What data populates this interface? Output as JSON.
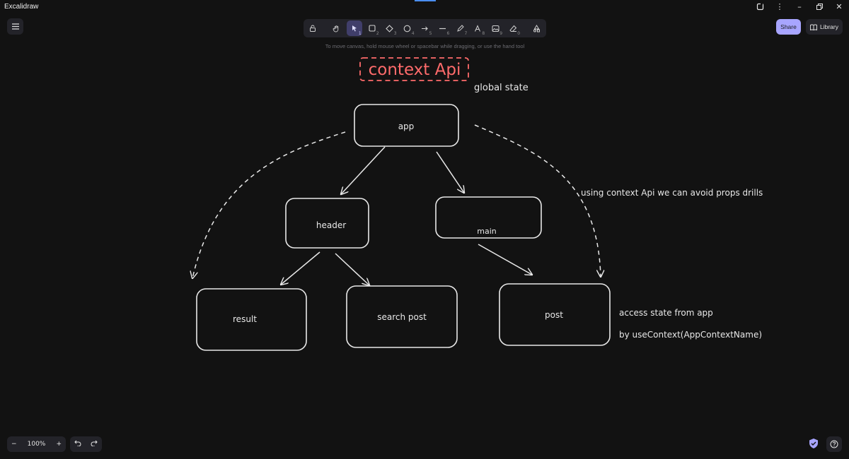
{
  "window": {
    "title": "Excalidraw"
  },
  "toolbar": {
    "tools": [
      {
        "name": "lock",
        "key": ""
      },
      {
        "name": "hand",
        "key": ""
      },
      {
        "name": "selection",
        "key": "1"
      },
      {
        "name": "rectangle",
        "key": "2"
      },
      {
        "name": "diamond",
        "key": "3"
      },
      {
        "name": "ellipse",
        "key": "4"
      },
      {
        "name": "arrow",
        "key": "5"
      },
      {
        "name": "line",
        "key": "6"
      },
      {
        "name": "draw",
        "key": "7"
      },
      {
        "name": "text",
        "key": "8"
      },
      {
        "name": "image",
        "key": "9"
      },
      {
        "name": "eraser",
        "key": "0"
      },
      {
        "name": "more-tools",
        "key": ""
      }
    ],
    "active_tool": "selection",
    "hint": "To move canvas, hold mouse wheel or spacebar while dragging, or use the hand tool"
  },
  "top_right": {
    "share_label": "Share",
    "library_label": "Library"
  },
  "footer": {
    "zoom_level": "100%"
  },
  "drawing": {
    "title": "context Api",
    "subtitle": "global state",
    "nodes": {
      "app": "app",
      "header": "header",
      "main": "main",
      "result": "result",
      "search_post": "search post",
      "post": "post"
    },
    "notes": {
      "props": "using context Api we can avoid props drills",
      "access_line1": "access state from app",
      "access_line2": "by useContext(AppContextName)"
    }
  },
  "colors": {
    "canvas": "#121212",
    "island": "#232329",
    "accent": "#a8a5ff",
    "title_red": "#ff6b6b",
    "stroke": "#e8e8e8"
  }
}
